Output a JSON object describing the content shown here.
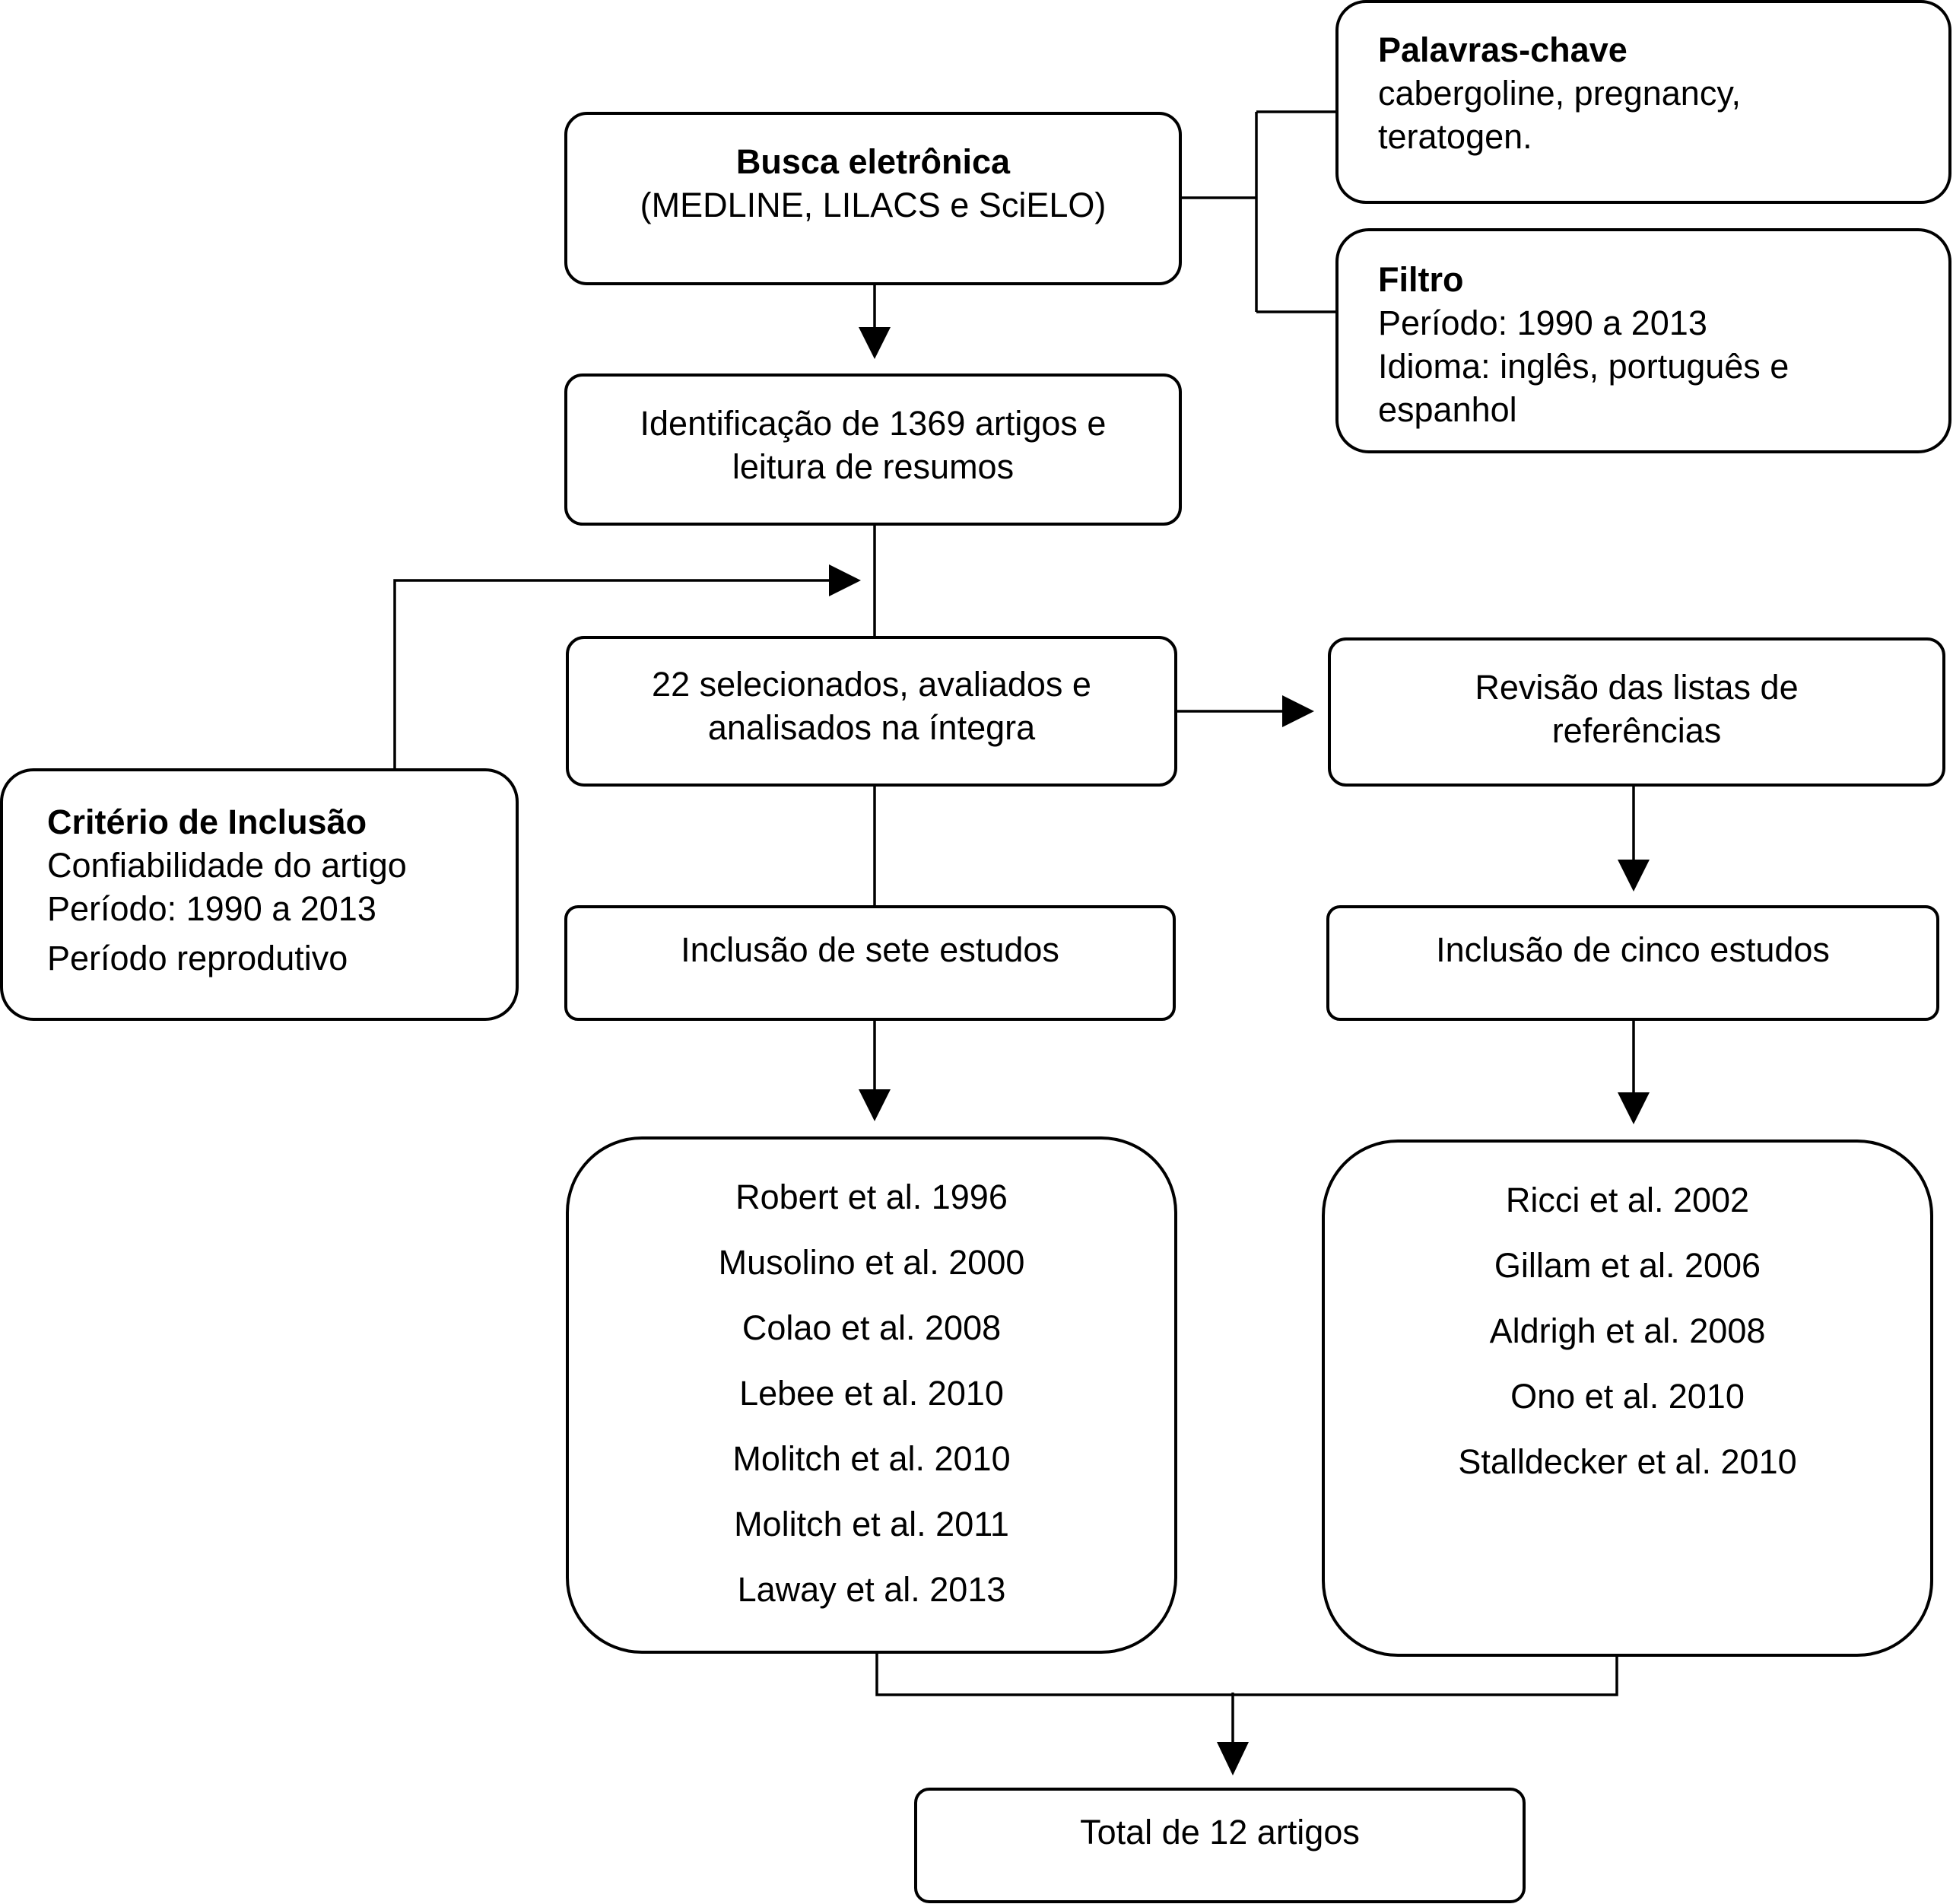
{
  "search": {
    "title": "Busca eletrônica",
    "sources": "(MEDLINE, LILACS e SciELO)"
  },
  "keywords": {
    "title": "Palavras-chave",
    "line1": "cabergoline, pregnancy,",
    "line2": "teratogen."
  },
  "filter": {
    "title": "Filtro",
    "period": "Período: 1990 a 2013",
    "language1": "Idioma: inglês, português e",
    "language2": "espanhol"
  },
  "identification": {
    "line1": "Identificação de 1369 artigos e",
    "line2": "leitura de resumos"
  },
  "inclusion_criteria": {
    "title": "Critério de Inclusão",
    "items": [
      "Confiabilidade do artigo",
      "Período: 1990 a 2013",
      "Período reprodutivo"
    ]
  },
  "selected": {
    "line1": "22 selecionados, avaliados e",
    "line2": "analisados na íntegra"
  },
  "reference_review": {
    "line1": "Revisão das listas de",
    "line2": "referências"
  },
  "inclusion_left": {
    "label": "Inclusão de sete estudos"
  },
  "inclusion_right": {
    "label": "Inclusão de cinco estudos"
  },
  "studies_left": [
    "Robert et al. 1996",
    "Musolino et al. 2000",
    "Colao et al. 2008",
    "Lebee et al. 2010",
    "Molitch et al. 2010",
    "Molitch et al. 2011",
    "Laway et al. 2013"
  ],
  "studies_right": [
    "Ricci et al. 2002",
    "Gillam et al. 2006",
    "Aldrigh et al. 2008",
    "Ono et al. 2010",
    "Stalldecker et al. 2010"
  ],
  "total": {
    "label": "Total de 12 artigos"
  }
}
